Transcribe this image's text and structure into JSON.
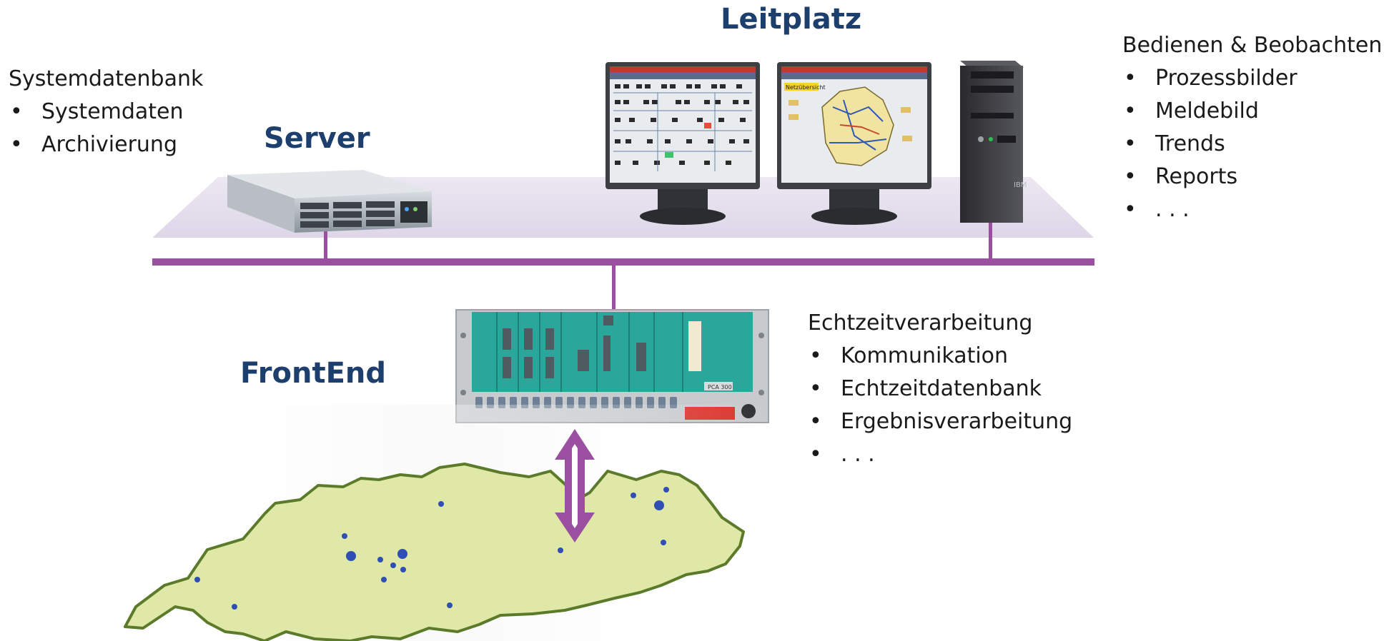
{
  "diagram": {
    "titles": {
      "leitplatz": "Leitplatz",
      "server": "Server",
      "frontend": "FrontEnd"
    },
    "systemdatenbank": {
      "heading": "Systemdatenbank",
      "items": [
        "Systemdaten",
        "Archivierung"
      ]
    },
    "bedienen": {
      "heading": "Bedienen & Beobachten",
      "items": [
        "Prozessbilder",
        "Meldebild",
        "Trends",
        "Reports",
        ". . ."
      ]
    },
    "echtzeit": {
      "heading": "Echtzeitverarbeitung",
      "items": [
        "Kommunikation",
        "Echtzeitdatenbank",
        "Ergebnisverarbeitung",
        ". . ."
      ]
    },
    "screen_labels": {
      "overview": "Netzübersicht"
    },
    "rack_label": "PCA 300",
    "brand_label": "IBM",
    "colors": {
      "bus": "#9b4fa0",
      "platform": "#e6e1ee",
      "title": "#1d3f6e",
      "map_fill": "#dfe8a6",
      "map_border": "#5b7a2a",
      "station": "#2f4fb4",
      "rack": "#2aa79b"
    }
  }
}
